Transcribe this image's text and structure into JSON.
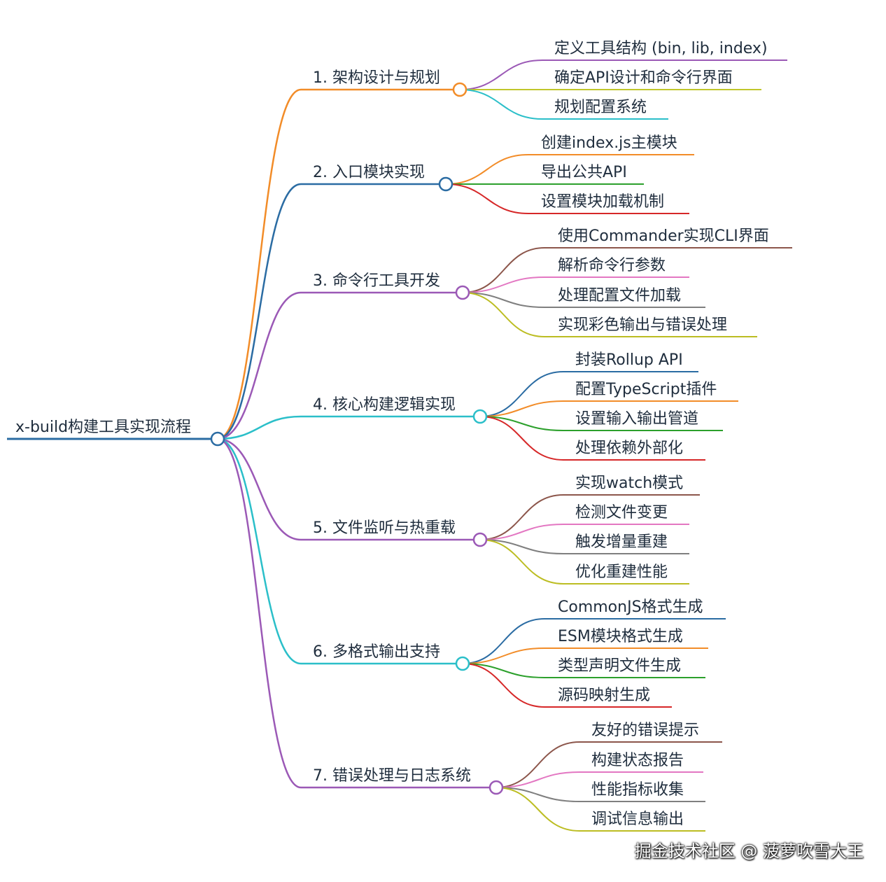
{
  "root": {
    "label": "x-build构建工具实现流程",
    "color": "#2b6ca3"
  },
  "branches": [
    {
      "label": "1. 架构设计与规划",
      "color": "#f28c28",
      "leaves": [
        {
          "label": "定义工具结构 (bin, lib, index)",
          "color": "#9b59b6"
        },
        {
          "label": "确定API设计和命令行界面",
          "color": "#c0c62b"
        },
        {
          "label": "规划配置系统",
          "color": "#2bbfc9"
        }
      ]
    },
    {
      "label": "2. 入口模块实现",
      "color": "#2b6ca3",
      "leaves": [
        {
          "label": "创建index.js主模块",
          "color": "#f28c28"
        },
        {
          "label": "导出公共API",
          "color": "#2ca02c"
        },
        {
          "label": "设置模块加载机制",
          "color": "#d62728"
        }
      ]
    },
    {
      "label": "3. 命令行工具开发",
      "color": "#9b59b6",
      "leaves": [
        {
          "label": "使用Commander实现CLI界面",
          "color": "#8c564b"
        },
        {
          "label": "解析命令行参数",
          "color": "#e377c2"
        },
        {
          "label": "处理配置文件加载",
          "color": "#7f7f7f"
        },
        {
          "label": "实现彩色输出与错误处理",
          "color": "#bcbd22"
        }
      ]
    },
    {
      "label": "4. 核心构建逻辑实现",
      "color": "#2bbfc9",
      "leaves": [
        {
          "label": "封装Rollup API",
          "color": "#2b6ca3"
        },
        {
          "label": "配置TypeScript插件",
          "color": "#f28c28"
        },
        {
          "label": "设置输入输出管道",
          "color": "#2ca02c"
        },
        {
          "label": "处理依赖外部化",
          "color": "#d62728"
        }
      ]
    },
    {
      "label": "5. 文件监听与热重载",
      "color": "#9b59b6",
      "leaves": [
        {
          "label": "实现watch模式",
          "color": "#8c564b"
        },
        {
          "label": "检测文件变更",
          "color": "#e377c2"
        },
        {
          "label": "触发增量重建",
          "color": "#7f7f7f"
        },
        {
          "label": "优化重建性能",
          "color": "#bcbd22"
        }
      ]
    },
    {
      "label": "6. 多格式输出支持",
      "color": "#2bbfc9",
      "leaves": [
        {
          "label": "CommonJS格式生成",
          "color": "#2b6ca3"
        },
        {
          "label": "ESM模块格式生成",
          "color": "#f28c28"
        },
        {
          "label": "类型声明文件生成",
          "color": "#2ca02c"
        },
        {
          "label": "源码映射生成",
          "color": "#d62728"
        }
      ]
    },
    {
      "label": "7. 错误处理与日志系统",
      "color": "#9b59b6",
      "leaves": [
        {
          "label": "友好的错误提示",
          "color": "#8c564b"
        },
        {
          "label": "构建状态报告",
          "color": "#e377c2"
        },
        {
          "label": "性能指标收集",
          "color": "#7f7f7f"
        },
        {
          "label": "调试信息输出",
          "color": "#bcbd22"
        }
      ]
    }
  ],
  "watermark": "掘金技术社区 @ 菠萝吹雪大王"
}
